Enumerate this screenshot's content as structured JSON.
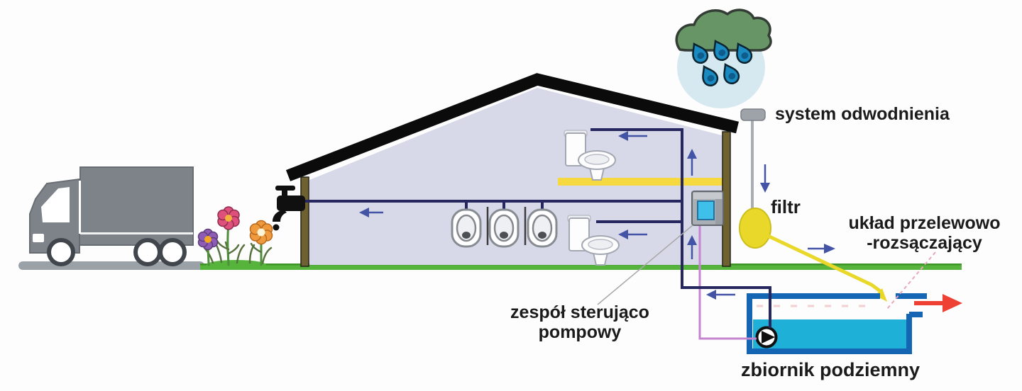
{
  "labels": {
    "drainage": "system odwodnienia",
    "filter": "filtr",
    "overflow_line1": "układ przelewowo",
    "overflow_line2": "-rozsączający",
    "pump_unit_line1": "zespół sterująco",
    "pump_unit_line2": "pompowy",
    "tank": "zbiornik podziemny"
  },
  "icons": {
    "rain-cloud-icon": "green cloud with five blue raindrops",
    "truck-icon": "grey delivery truck on road",
    "flowers-icon": "three garden flowers with grass",
    "tap-icon": "black garden tap with drip",
    "house-icon": "house cross-section with black roof",
    "toilet-icon": "toilet (one upstairs, one downstairs)",
    "washing-machine-icon": "three washing machines on supply pipe",
    "control-unit-icon": "grey control-pump unit box with blue display",
    "downspout-icon": "grey roof drainage downpipe",
    "filter-icon": "yellow oval filter",
    "tank-icon": "blue underground tank with water",
    "pump-icon": "pump symbol (circle with triangle)",
    "overflow-arrow-icon": "red arrow overflow outlet"
  },
  "colors": {
    "cloud": "#679566",
    "halo": "#d6e9f0",
    "drop": "#1a8ac1",
    "dropin": "#0d5c8c",
    "road": "#9aa2a8",
    "ground": "#56b43c",
    "groundedge": "#3f9428",
    "truck": "#7e8389",
    "wall": "#d8d9e8",
    "roof": "#0b0b0b",
    "post": "#6f6130",
    "floor": "#f5d93e",
    "pipe": "#26275f",
    "arrow": "#4353a5",
    "filter": "#e9d829",
    "tank": "#1565b5",
    "water": "#1fb0d8",
    "cable": "#c584cf",
    "red": "#ee4134"
  }
}
